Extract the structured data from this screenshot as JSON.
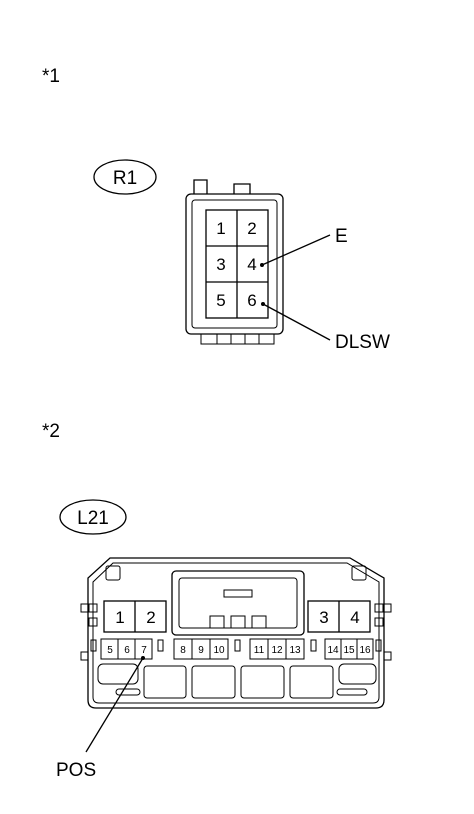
{
  "views": [
    {
      "tag": "*1",
      "connector_code": "R1",
      "pins": [
        "1",
        "2",
        "3",
        "4",
        "5",
        "6"
      ],
      "callouts": [
        {
          "pin": "4",
          "text": "E"
        },
        {
          "pin": "6",
          "text": "DLSW"
        }
      ]
    },
    {
      "tag": "*2",
      "connector_code": "L21",
      "large_pins": [
        "1",
        "2",
        "3",
        "4"
      ],
      "small_pins": [
        "5",
        "6",
        "7",
        "8",
        "9",
        "10",
        "11",
        "12",
        "13",
        "14",
        "15",
        "16"
      ],
      "callouts": [
        {
          "pin": "7",
          "text": "POS"
        }
      ]
    }
  ]
}
